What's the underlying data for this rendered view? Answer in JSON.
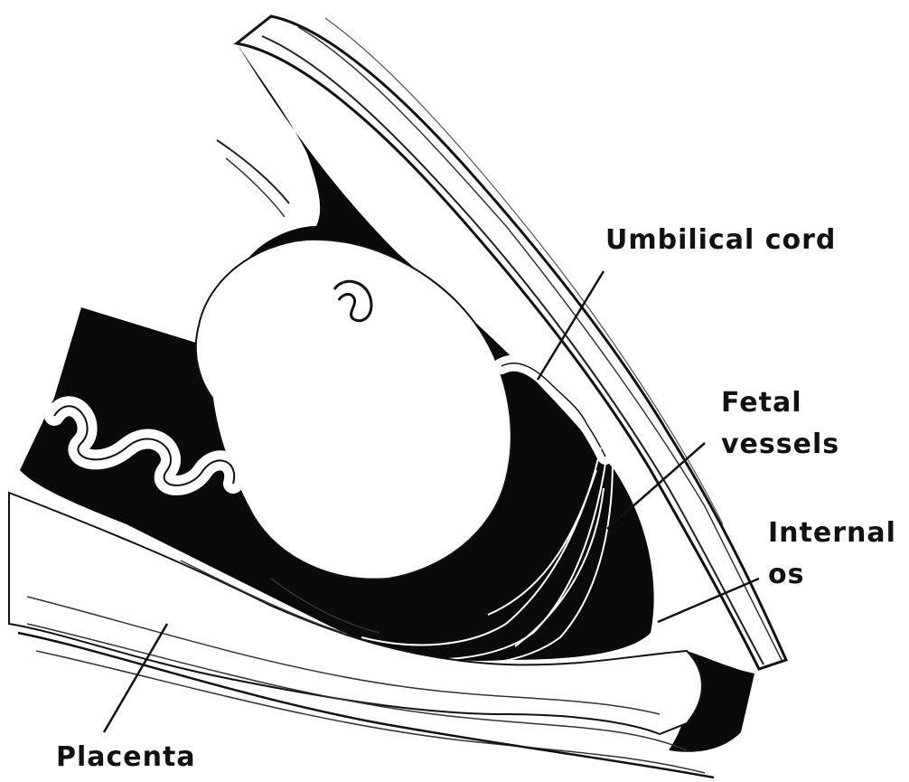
{
  "labels": {
    "umbilical_cord": "Umbilical cord",
    "fetal_vessels_line1": "Fetal",
    "fetal_vessels_line2": "vessels",
    "internal_os_line1": "Internal",
    "internal_os_line2": "os",
    "placenta": "Placenta"
  },
  "colors": {
    "ink": "#111111",
    "paper": "#ffffff"
  }
}
